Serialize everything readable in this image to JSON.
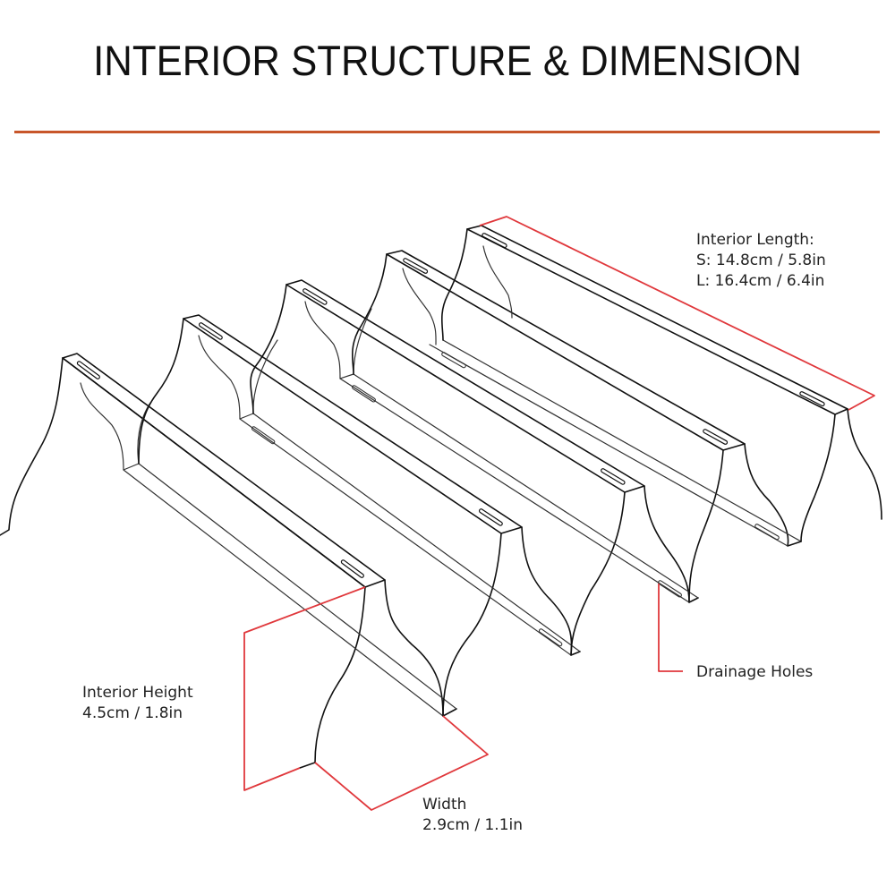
{
  "title": "INTERIOR STRUCTURE & DIMENSION",
  "colors": {
    "accent_rule": "#c8562a",
    "dimension_line": "#e0383c",
    "line": "#111111"
  },
  "labels": {
    "length": {
      "heading": "Interior Length:",
      "small": "S: 14.8cm / 5.8in",
      "large": "L: 16.4cm / 6.4in"
    },
    "height": {
      "heading": "Interior Height",
      "value": "4.5cm / 1.8in"
    },
    "width": {
      "heading": "Width",
      "value": "2.9cm / 1.1in"
    },
    "drainage": "Drainage Holes"
  }
}
